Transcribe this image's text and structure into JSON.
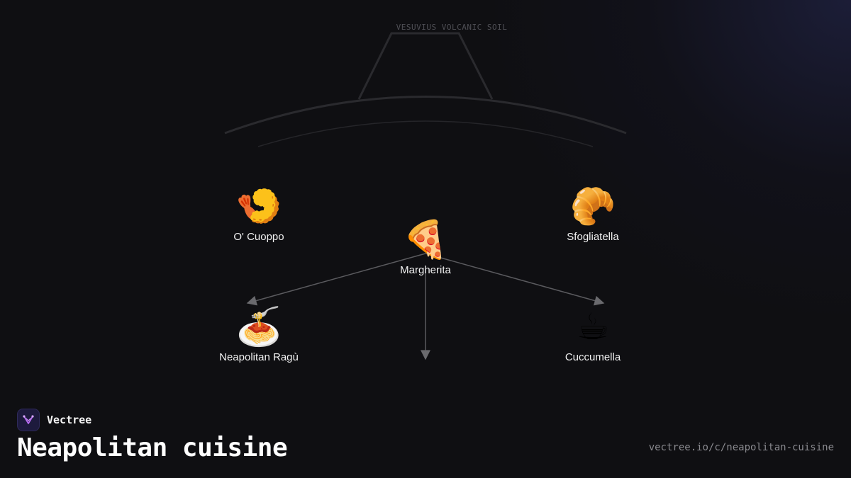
{
  "diagram": {
    "soil_label": "VESUVIUS VOLCANIC SOIL",
    "nodes": {
      "cuoppo": {
        "emoji": "🍤",
        "label": "O' Cuoppo"
      },
      "sfogliatella": {
        "emoji": "🥐",
        "label": "Sfogliatella"
      },
      "margherita": {
        "emoji": "🍕",
        "label": "Margherita"
      },
      "ragu": {
        "emoji": "🍝",
        "label": "Neapolitan Ragù"
      },
      "cuccumella": {
        "emoji": "☕",
        "label": "Cuccumella"
      }
    },
    "edges": [
      {
        "from": "Margherita",
        "to": "Neapolitan Ragù"
      },
      {
        "from": "Margherita",
        "to": "Cuccumella"
      },
      {
        "from": "Margherita",
        "to": ""
      }
    ]
  },
  "brand": {
    "name": "Vectree",
    "icon": "vectree-logo-icon",
    "accent": "#b66cf0"
  },
  "page": {
    "title": "Neapolitan cuisine",
    "url": "vectree.io/c/neapolitan-cuisine"
  }
}
